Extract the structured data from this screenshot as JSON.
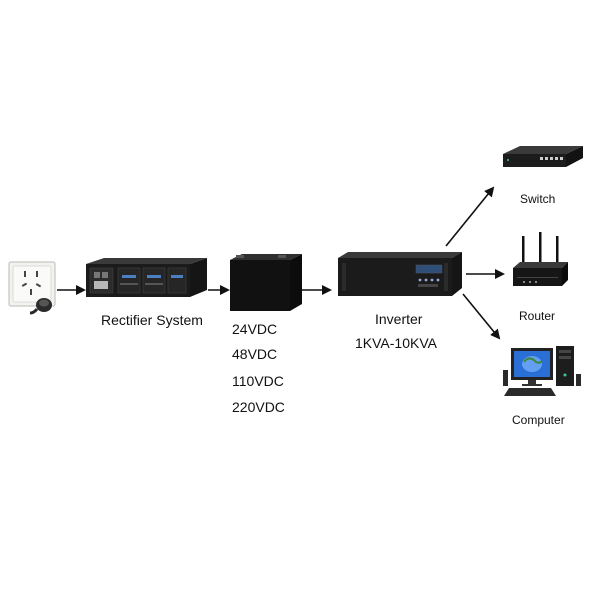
{
  "labels": {
    "rectifier": "Rectifier System",
    "voltages": [
      "24VDC",
      "48VDC",
      "110VDC",
      "220VDC"
    ],
    "inverter": "Inverter",
    "inverter_range": "1KVA-10KVA",
    "switch": "Switch",
    "router": "Router",
    "computer": "Computer"
  },
  "icons": {
    "outlet": "wall-socket-icon",
    "rectifier": "rectifier-unit-icon",
    "battery": "battery-icon",
    "inverter": "inverter-unit-icon",
    "switch": "network-switch-icon",
    "router": "wifi-router-icon",
    "computer": "desktop-computer-icon"
  },
  "colors": {
    "device_body": "#1b1b1b",
    "panel": "#2e2e2e",
    "arrow": "#111111",
    "outlet_plate": "#f2f2f0",
    "screen_blue": "#2a6fd6"
  }
}
